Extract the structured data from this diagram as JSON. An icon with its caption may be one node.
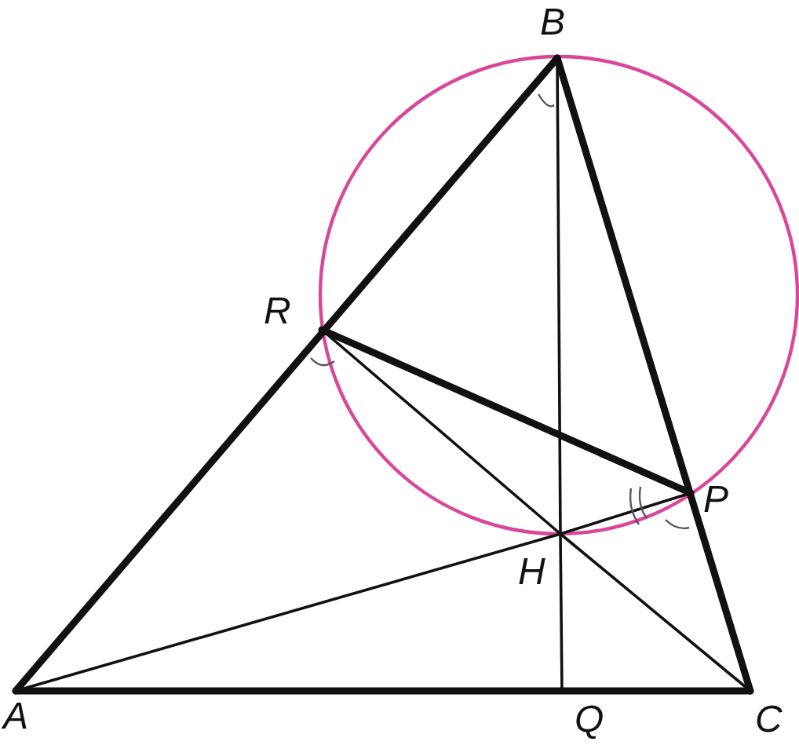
{
  "diagram": {
    "nodes": [
      {
        "text": [
          "A"
        ]
      },
      {
        "text": [
          "B"
        ]
      },
      {
        "text": [
          "C"
        ]
      },
      {
        "text": [
          "P"
        ]
      },
      {
        "text": [
          "Q"
        ]
      },
      {
        "text": [
          "R"
        ]
      },
      {
        "text": [
          "H"
        ]
      }
    ],
    "edges": [
      {
        "from": 0,
        "to": 1,
        "arrow": "none",
        "style": "thick"
      },
      {
        "from": 1,
        "to": 2,
        "arrow": "none",
        "style": "thick"
      },
      {
        "from": 0,
        "to": 2,
        "arrow": "none",
        "style": "thick"
      },
      {
        "from": 5,
        "to": 3,
        "arrow": "none",
        "style": "thick"
      },
      {
        "from": 1,
        "to": 6,
        "arrow": "none"
      },
      {
        "from": 6,
        "to": 4,
        "arrow": "none"
      },
      {
        "from": 0,
        "to": 6,
        "arrow": "none"
      },
      {
        "from": 6,
        "to": 3,
        "arrow": "none"
      },
      {
        "from": 5,
        "to": 6,
        "arrow": "none"
      },
      {
        "from": 6,
        "to": 2,
        "arrow": "none"
      }
    ]
  }
}
